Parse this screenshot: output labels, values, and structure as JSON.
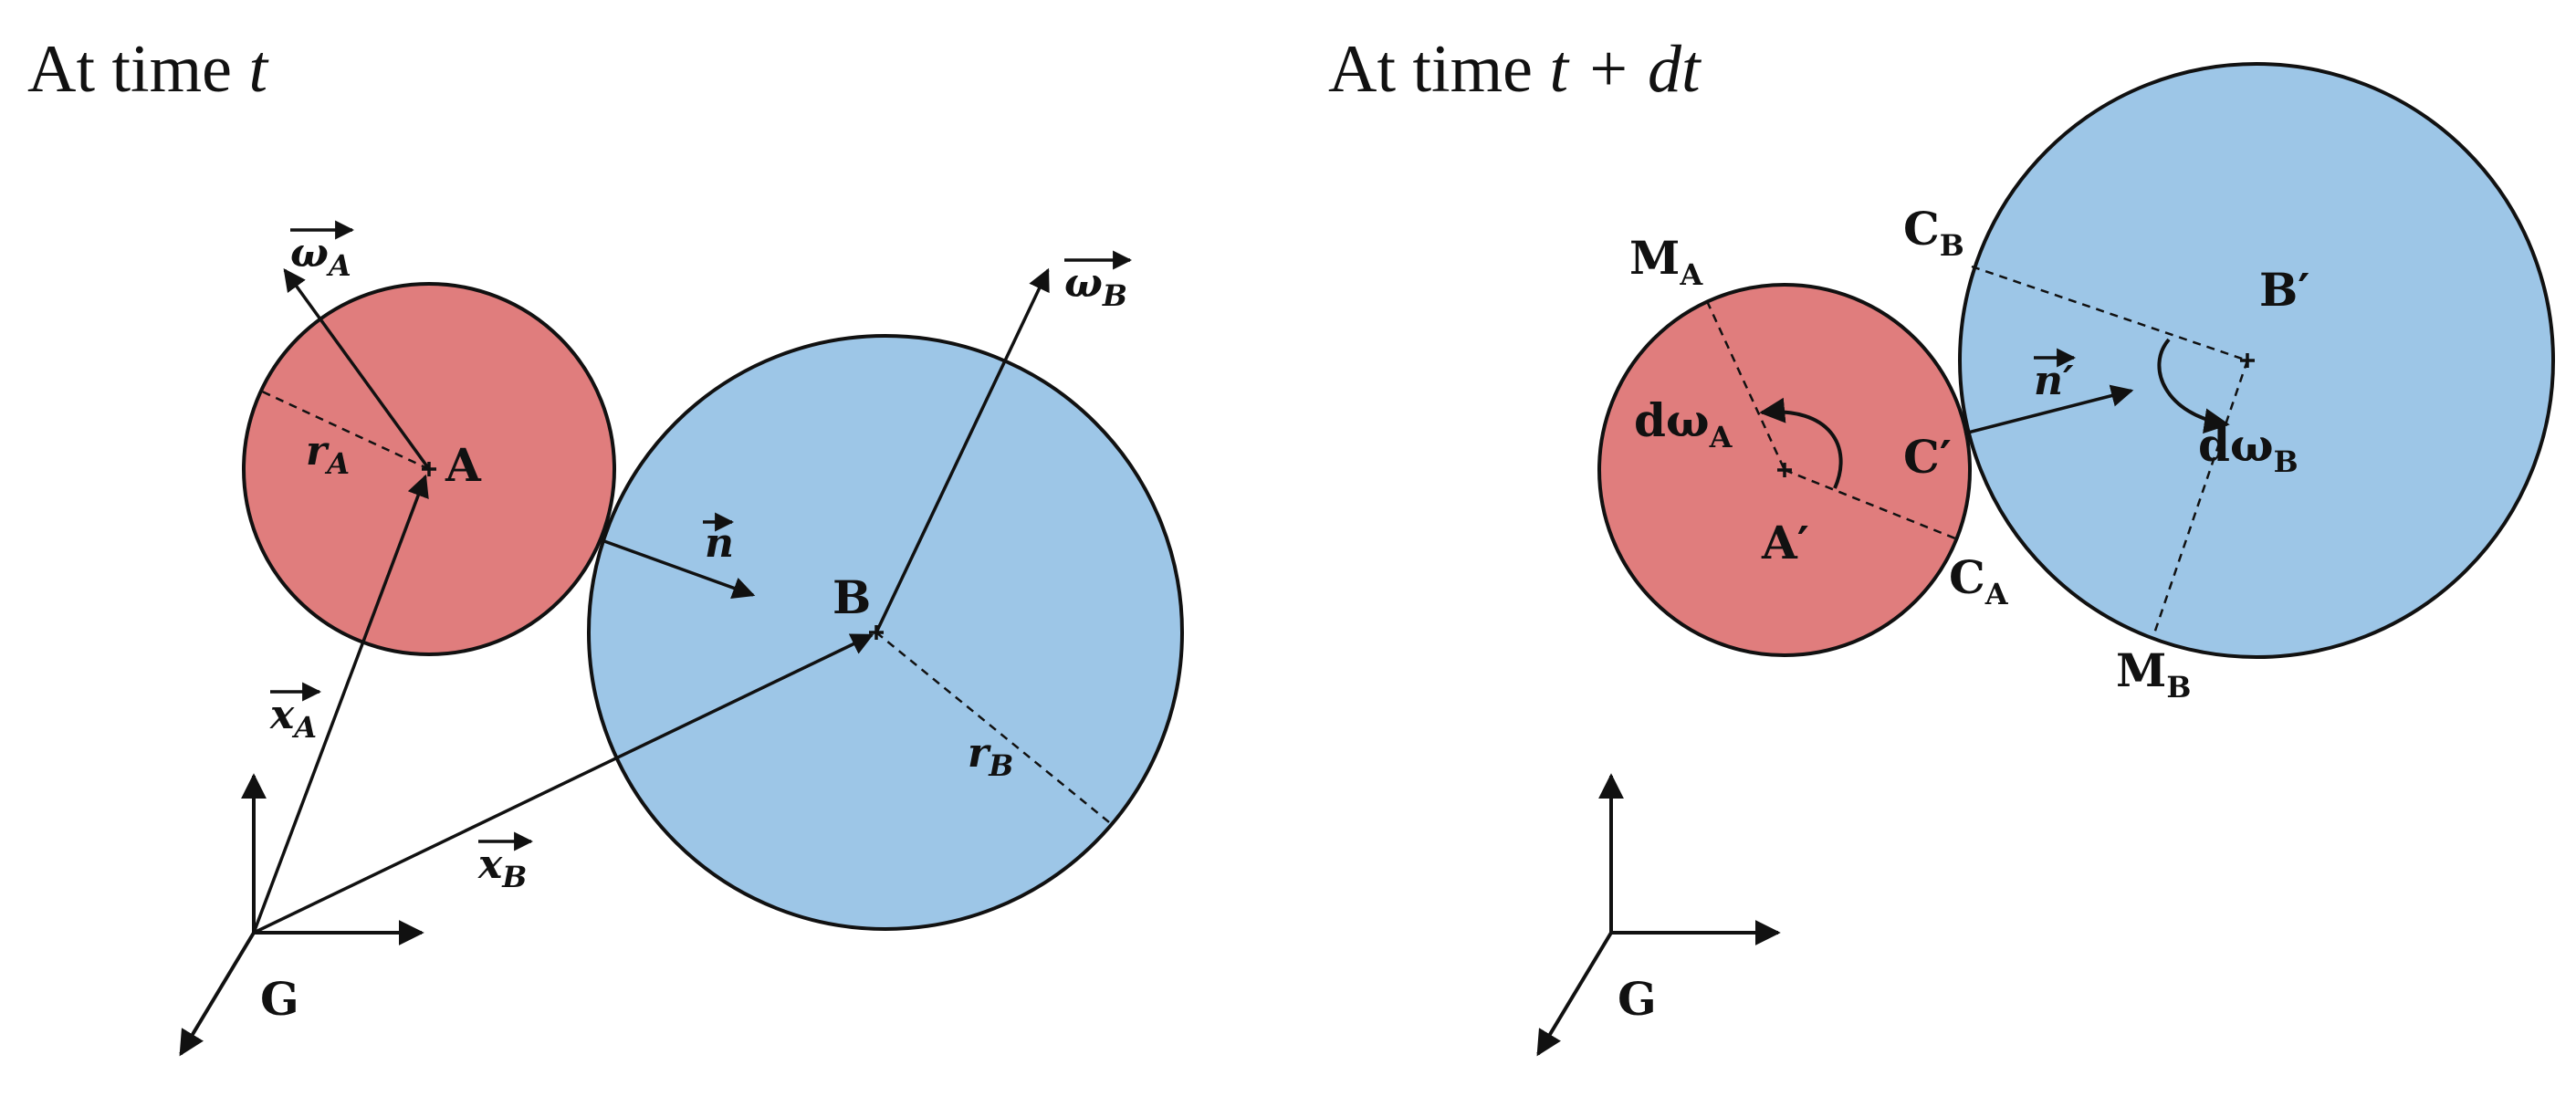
{
  "left_panel": {
    "heading": "At time",
    "heading_var": "t"
  },
  "right_panel": {
    "heading": "At time",
    "heading_var": "t + dt"
  },
  "labels": {
    "A": "A",
    "B": "B",
    "G": "G",
    "rA": "r",
    "rA_sub": "A",
    "rB": "r",
    "rB_sub": "B",
    "omegaA": "ω",
    "omegaA_sub": "A",
    "omegaB": "ω",
    "omegaB_sub": "B",
    "xA": "x",
    "xA_sub": "A",
    "xB": "x",
    "xB_sub": "B",
    "n": "n",
    "MA": "M",
    "MA_sub": "A",
    "MB": "M",
    "MB_sub": "B",
    "CA": "C",
    "CA_sub": "A",
    "CB": "C",
    "CB_sub": "B",
    "Cprime": "C′",
    "Aprime": "A′",
    "Bprime": "B′",
    "nprime": "n′",
    "dwA": "dω",
    "dwA_sub": "A",
    "dwB": "dω",
    "dwB_sub": "B",
    "G2": "G"
  },
  "colors": {
    "red_disc": "#e07d7d",
    "blue_disc": "#9dc6e7",
    "ink": "#111111"
  }
}
